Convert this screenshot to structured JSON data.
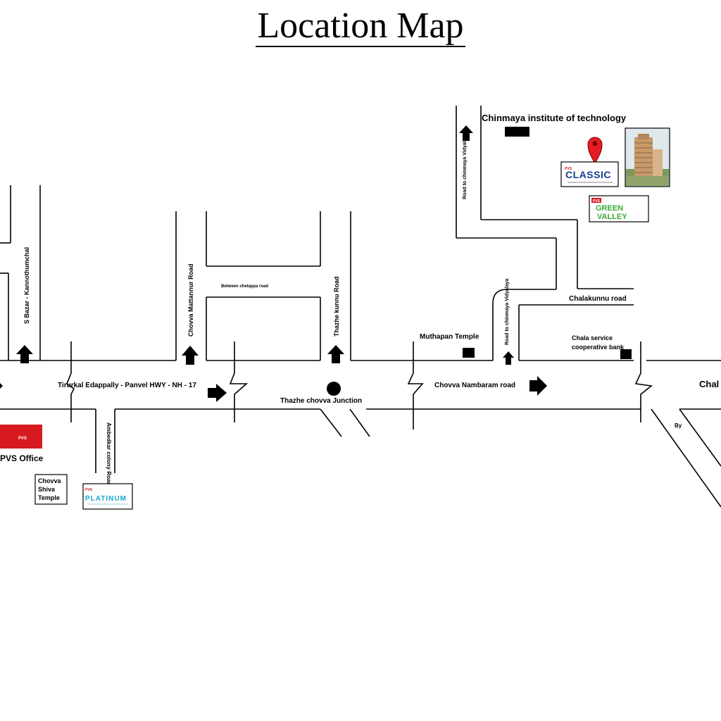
{
  "title": "Location Map",
  "colors": {
    "ink": "#000000",
    "pin": "#e51c23",
    "pvs_red": "#d71920",
    "classic_blue": "#1a3d8f",
    "green": "#3aa935",
    "platinum_blue": "#1aa6d8"
  },
  "roads": {
    "highway": "Tirurkal Edappally - Panvel HWY - NH - 17",
    "chovva_nambaram": "Chovva Nambaram road",
    "chalakunnu": "Chalakunnu road",
    "chala_cut": "Chal",
    "s_bazar": "S Bazar - Kannothumchal",
    "chovva_mattannur": "Chovva Mattannur Road",
    "between": "Between chelappa road",
    "thazhe_kunnu": "Thazhe kunnu Road",
    "road_to_chinmaya": "Road to chinmaya Vidyalaya",
    "road_to_chinmaya_2": "Road to chinmaya Vidyalaya",
    "ambedkar": "Ambedkar colony Road",
    "bypass": "By"
  },
  "landmarks": {
    "chinmaya": "Chinmaya institute of technology",
    "muthappan": "Muthapan Temple",
    "chala_bank_1": "Chala service",
    "chala_bank_2": "cooperative bank",
    "junction": "Thazhe chovva Junction",
    "pvs_office": "PVS Office",
    "temple_1": "Chovva",
    "temple_2": "Shiva",
    "temple_3": "Temple"
  },
  "projects": {
    "classic_top": "PVS",
    "classic": "CLASSIC",
    "green_top": "PVS",
    "green_1": "GREEN",
    "green_2": "VALLEY",
    "platinum_top": "PVS",
    "platinum": "PLATINUM",
    "pvs_logo": "PVS"
  },
  "icons": [
    "map-pin-icon",
    "arrow-up-icon",
    "arrow-right-icon",
    "junction-dot-icon",
    "building-photo-icon"
  ]
}
